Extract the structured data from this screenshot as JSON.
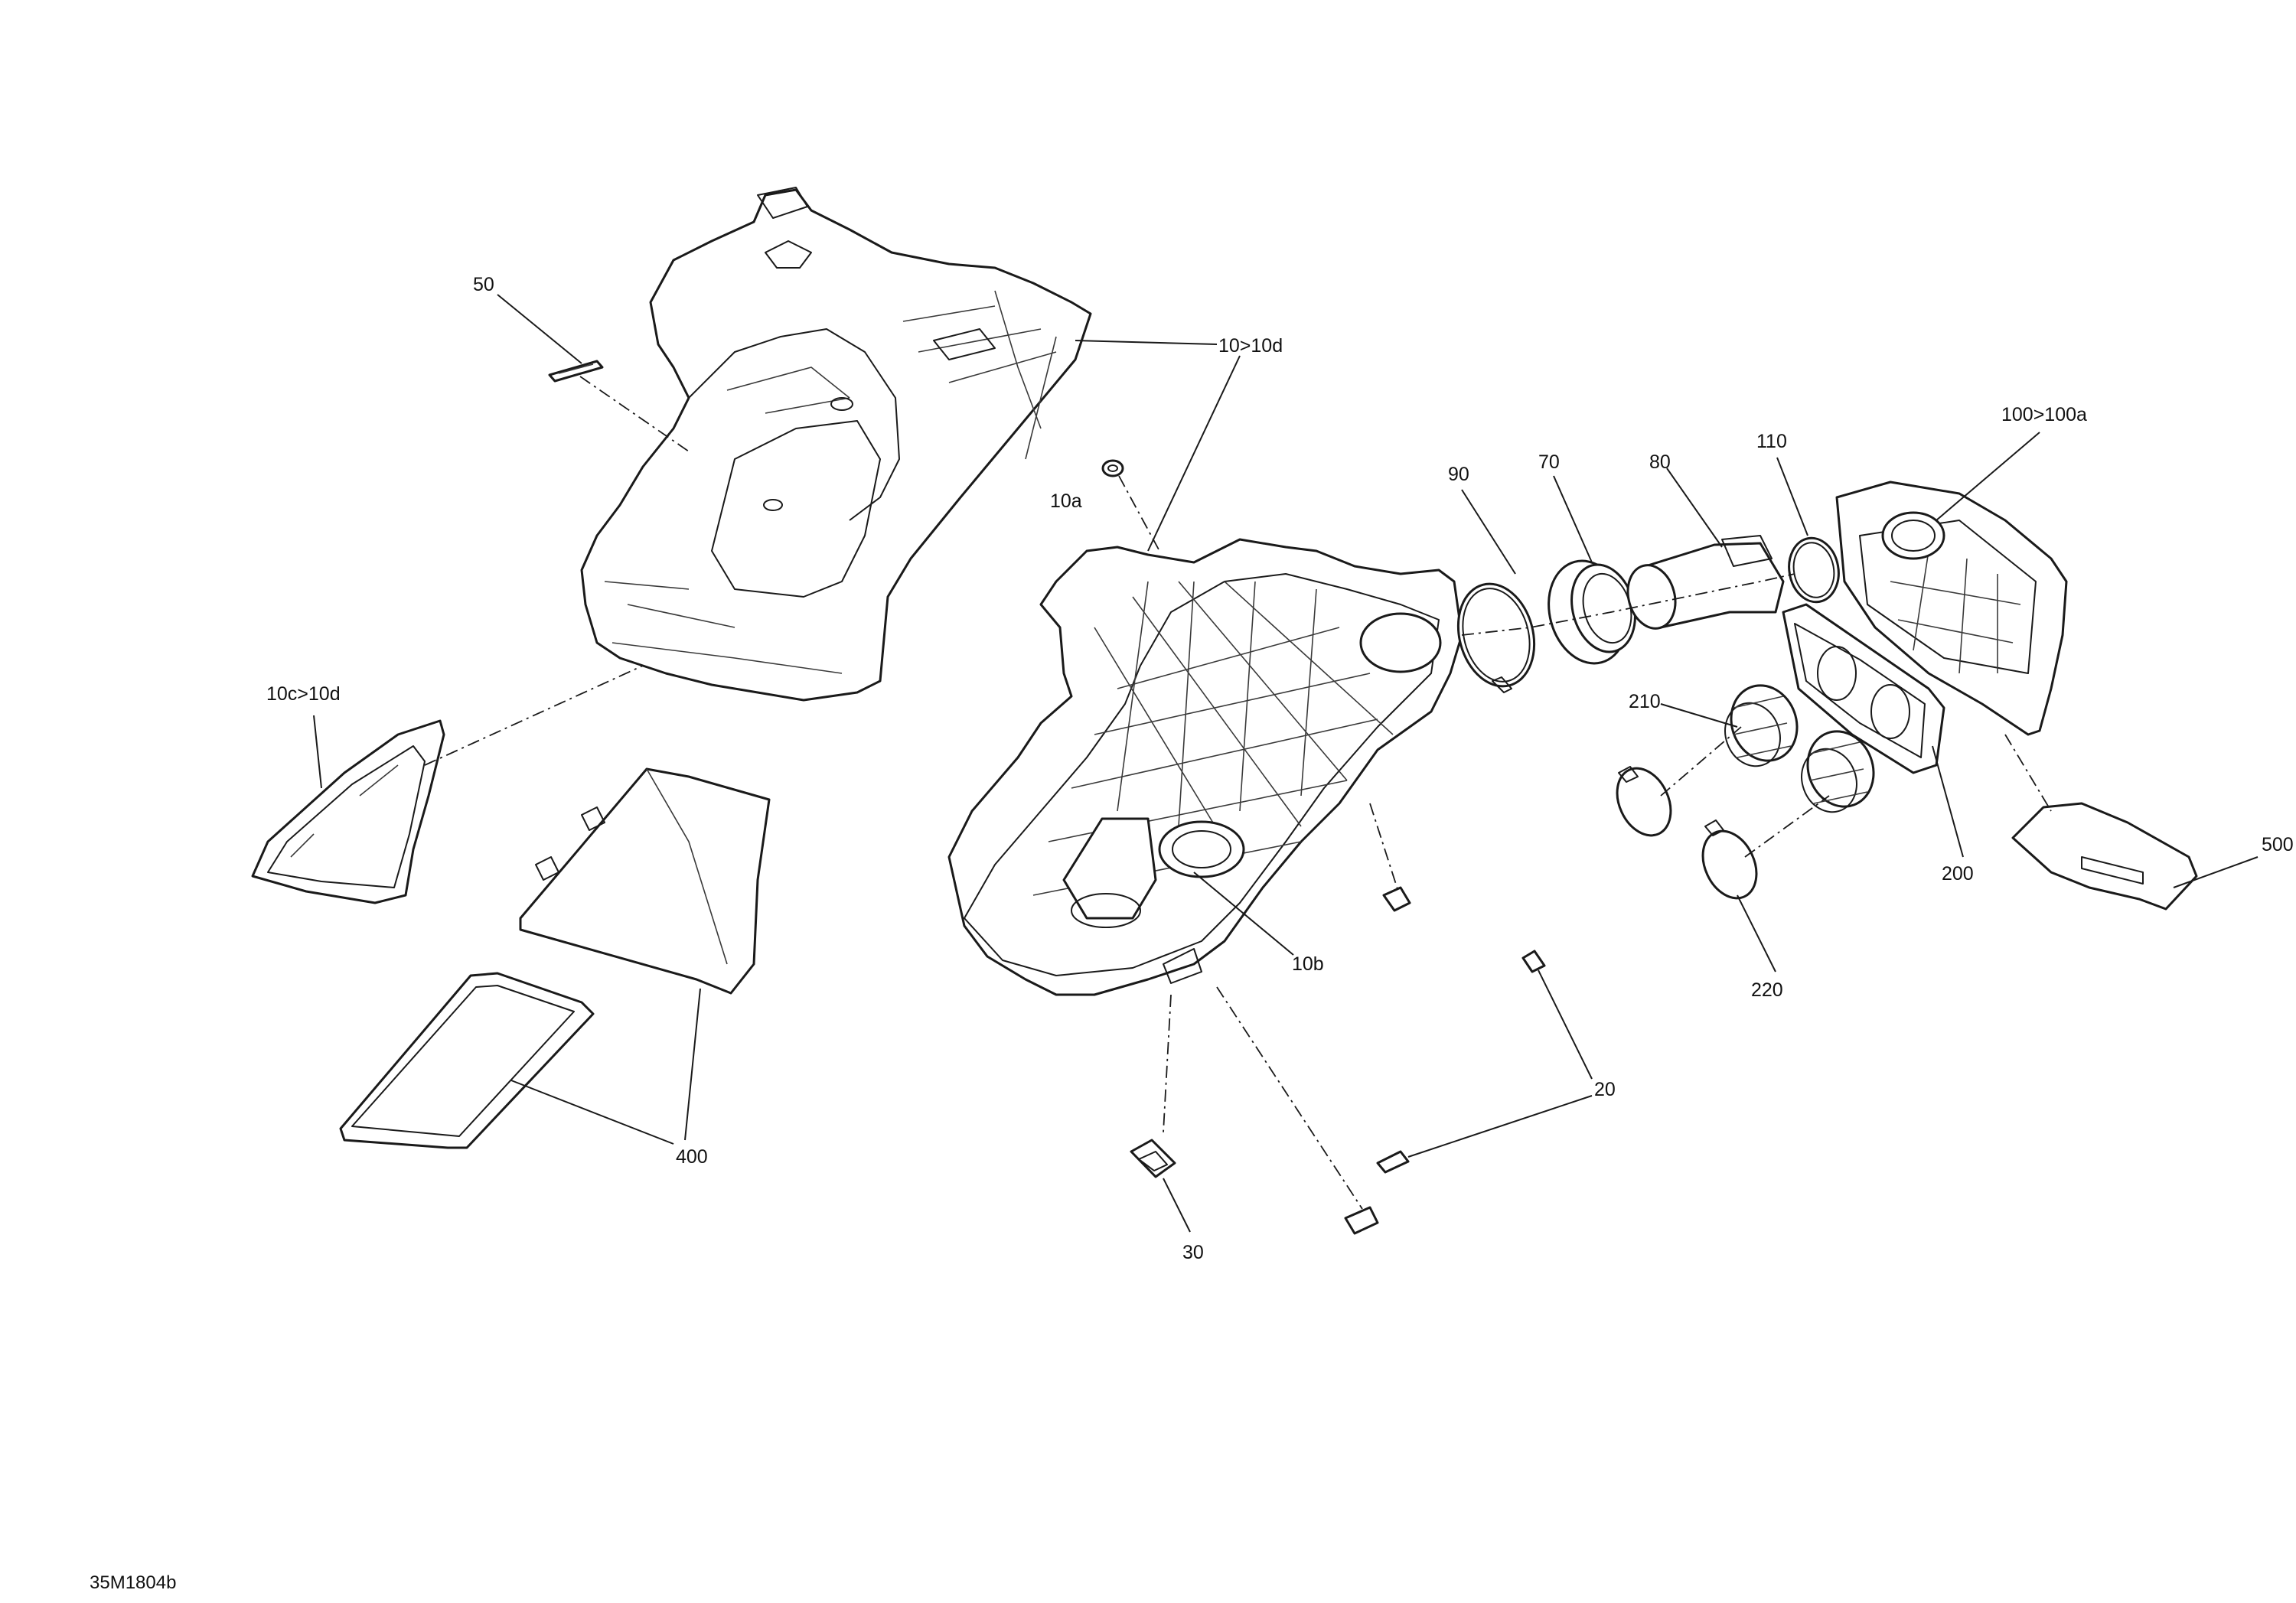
{
  "diagram": {
    "drawing_code": "35M1804b",
    "callouts": {
      "c50": "50",
      "c10_10d": "10>10d",
      "c10a": "10a",
      "c10b": "10b",
      "c10c_10d": "10c>10d",
      "c90": "90",
      "c70": "70",
      "c80": "80",
      "c110": "110",
      "c100_100a": "100>100a",
      "c210": "210",
      "c200": "200",
      "c500": "500",
      "c220": "220",
      "c20": "20",
      "c30": "30",
      "c400": "400"
    }
  }
}
